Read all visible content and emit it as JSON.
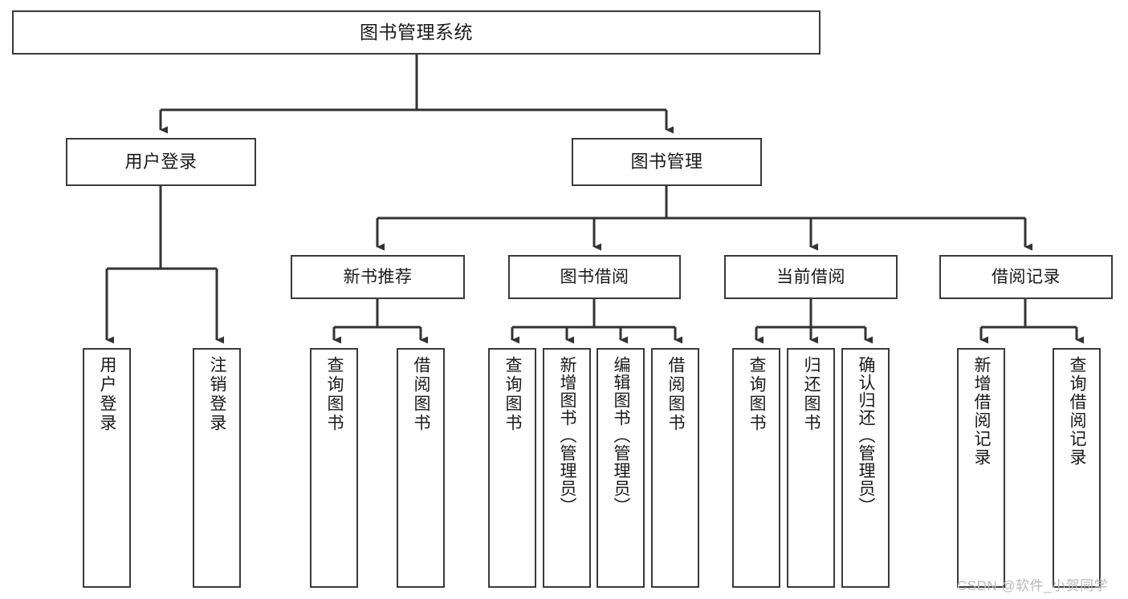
{
  "diagram": {
    "type": "tree",
    "title": "图书管理系统",
    "root": {
      "label": "图书管理系统"
    },
    "level1": [
      {
        "label": "用户登录"
      },
      {
        "label": "图书管理"
      }
    ],
    "level2": [
      {
        "label": "新书推荐"
      },
      {
        "label": "图书借阅"
      },
      {
        "label": "当前借阅"
      },
      {
        "label": "借阅记录"
      }
    ],
    "leaves": [
      {
        "label": "用户登录"
      },
      {
        "label": "注销登录"
      },
      {
        "label": "查询图书"
      },
      {
        "label": "借阅图书"
      },
      {
        "label": "查询图书"
      },
      {
        "label": "新增图书（管理员）"
      },
      {
        "label": "编辑图书（管理员）"
      },
      {
        "label": "借阅图书"
      },
      {
        "label": "查询图书"
      },
      {
        "label": "归还图书"
      },
      {
        "label": "确认归还（管理员）"
      },
      {
        "label": "新增借阅记录"
      },
      {
        "label": "查询借阅记录"
      }
    ]
  },
  "watermark": {
    "text": "CSDN @软件_小贺同学"
  },
  "colors": {
    "background": "#ffffff",
    "box_border": "#3a3a3a",
    "box_fill": "#ffffff",
    "connector": "#333333",
    "text": "#1a1a1a",
    "watermark": "#b9b9b9"
  }
}
